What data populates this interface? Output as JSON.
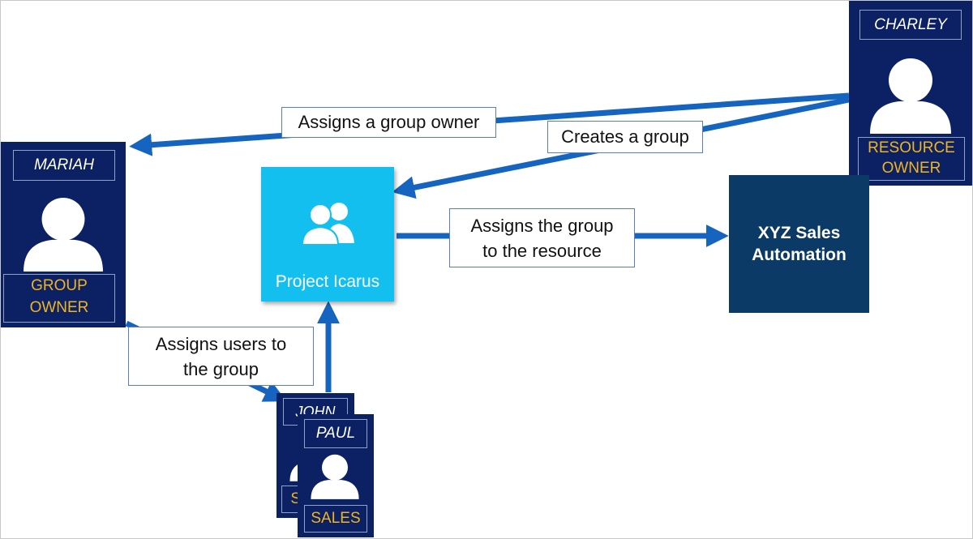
{
  "people": {
    "charley": {
      "name": "CHARLEY",
      "role_line1": "RESOURCE",
      "role_line2": "OWNER"
    },
    "mariah": {
      "name": "MARIAH",
      "role_line1": "GROUP",
      "role_line2": "OWNER"
    },
    "john": {
      "name": "JOHN",
      "role": "SALES"
    },
    "paul": {
      "name": "PAUL",
      "role": "SALES"
    }
  },
  "group": {
    "name": "Project Icarus",
    "icon": "people-group-icon"
  },
  "resource": {
    "line1": "XYZ Sales",
    "line2": "Automation"
  },
  "actions": {
    "assign_owner": "Assigns a group owner",
    "create_group": "Creates a group",
    "assign_resource_line1": "Assigns the group",
    "assign_resource_line2": "to the resource",
    "assign_users_line1": "Assigns users to",
    "assign_users_line2": "the group"
  },
  "colors": {
    "person_tile": "#0b2163",
    "role_text": "#f0b323",
    "group_tile": "#12bfef",
    "resource_tile": "#0c3a66",
    "arrow": "#1565c0"
  }
}
